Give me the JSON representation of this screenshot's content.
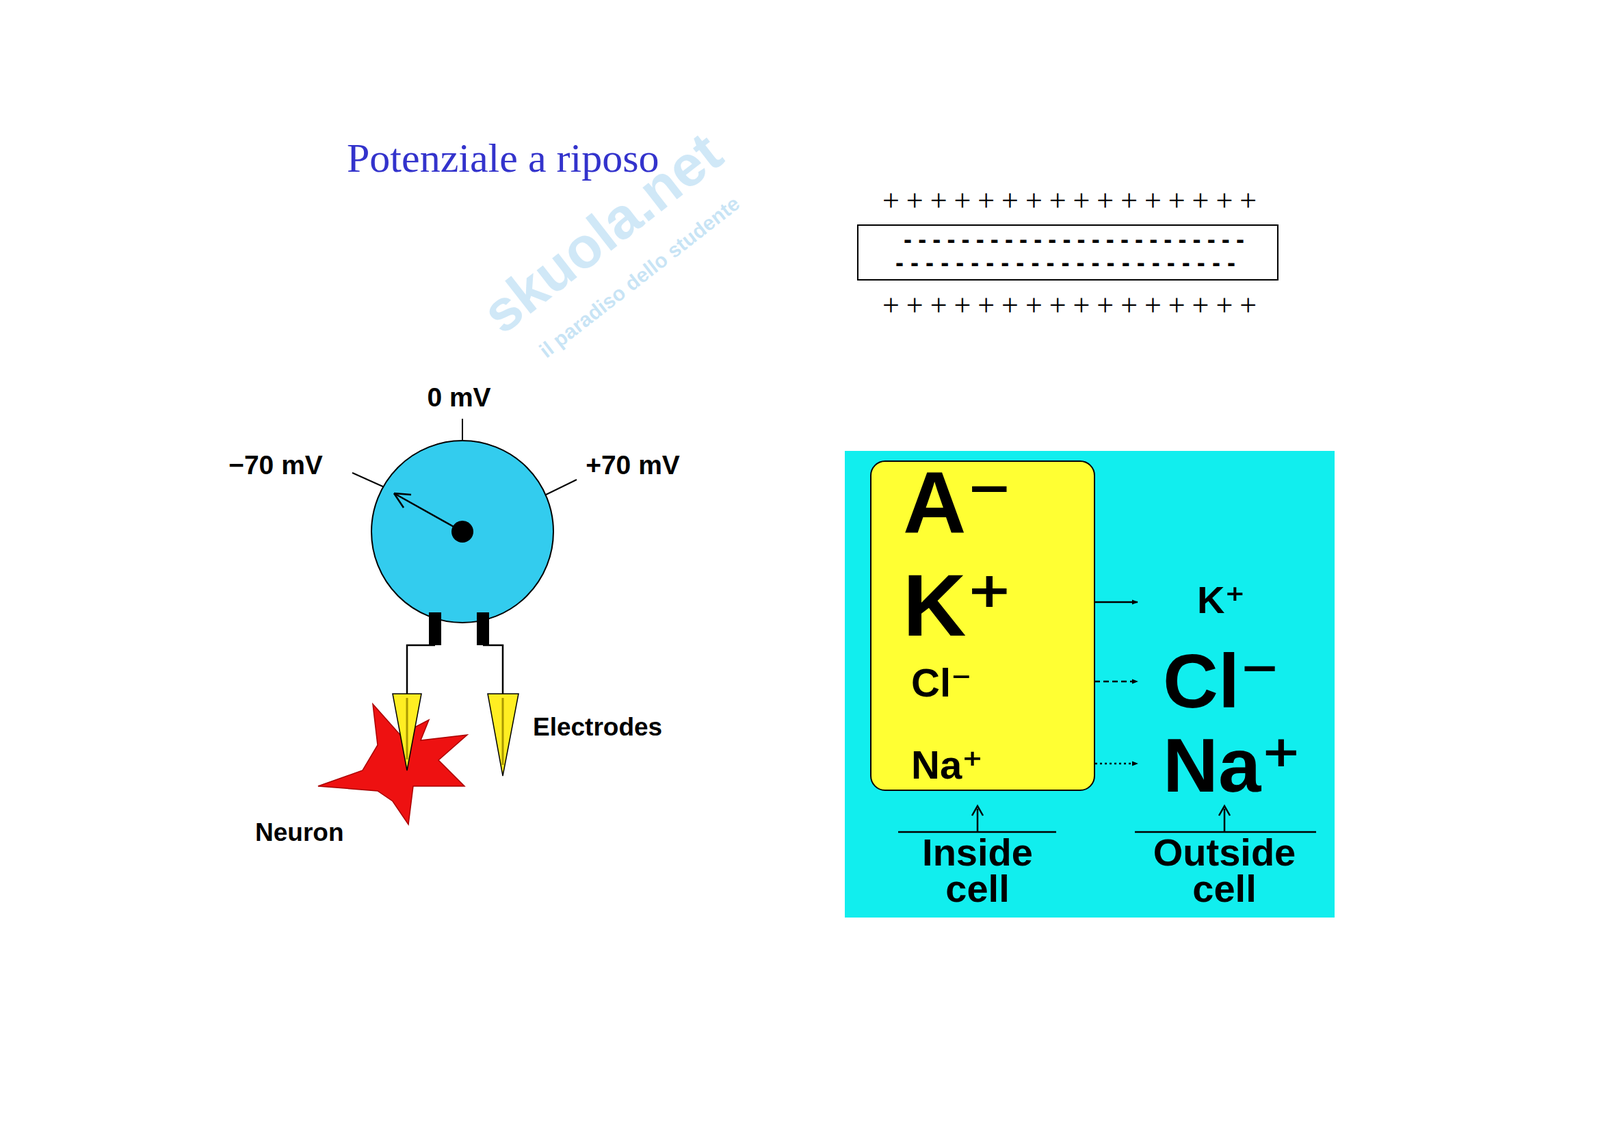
{
  "diagram": {
    "title": "Potenziale a riposo",
    "nodes": [
      {
        "text": [
          "------------------------",
          "-----------------------"
        ]
      },
      {
        "text": [
          "A⁻",
          "K⁺",
          "Cl⁻",
          "Na⁺"
        ]
      }
    ],
    "labels": [
      "skuola.net",
      "il paradiso dello studente",
      "++++++++++++++++",
      "++++++++++++++++",
      "0 mV",
      "−70 mV",
      "+70 mV",
      "Electrodes",
      "Neuron",
      "K⁺",
      "Cl⁻",
      "Na⁺",
      "Inside cell",
      "Outside cell"
    ]
  }
}
